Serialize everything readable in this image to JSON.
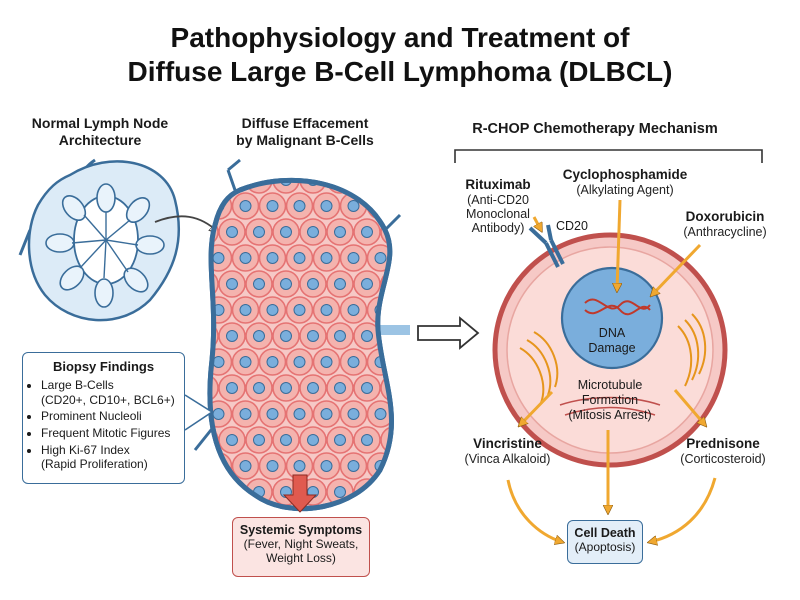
{
  "title": {
    "line1": "Pathophysiology and Treatment of",
    "line2": "Diffuse Large B-Cell Lymphoma (DLBCL)"
  },
  "sections": {
    "normal_node": {
      "line1": "Normal Lymph Node",
      "line2": "Architecture"
    },
    "effacement": {
      "line1": "Diffuse Effacement",
      "line2": "by Malignant B-Cells"
    },
    "rchop": "R-CHOP Chemotherapy Mechanism"
  },
  "biopsy": {
    "heading": "Biopsy Findings",
    "items": [
      {
        "line1": "Large B-Cells",
        "line2": "(CD20+, CD10+, BCL6+)"
      },
      {
        "line1": "Prominent Nucleoli",
        "line2": ""
      },
      {
        "line1": "Frequent Mitotic Figures",
        "line2": ""
      },
      {
        "line1": "High Ki-67 Index",
        "line2": "(Rapid Proliferation)"
      }
    ]
  },
  "systemic": {
    "heading": "Systemic Symptoms",
    "line1": "(Fever, Night Sweats,",
    "line2": "Weight Loss)"
  },
  "drugs": {
    "rituximab": {
      "name": "Rituximab",
      "class1": "(Anti-CD20",
      "class2": "Monoclonal",
      "class3": "Antibody)"
    },
    "cyclophosphamide": {
      "name": "Cyclophosphamide",
      "class": "(Alkylating Agent)"
    },
    "doxorubicin": {
      "name": "Doxorubicin",
      "class": "(Anthracycline)"
    },
    "vincristine": {
      "name": "Vincristine",
      "class": "(Vinca Alkaloid)"
    },
    "prednisone": {
      "name": "Prednisone",
      "class": "(Corticosteroid)"
    }
  },
  "cell": {
    "cd20": "CD20",
    "nucleus1": "DNA",
    "nucleus2": "Damage",
    "micro1": "Microtubule",
    "micro2": "Formation",
    "micro3": "(Mitosis Arrest)"
  },
  "outcome": {
    "heading": "Cell Death",
    "sub": "(Apoptosis)"
  },
  "colors": {
    "node_blue": "#dcebf7",
    "outline_blue": "#3a6d9a",
    "malignant_pink": "#f6c9c6",
    "cell_red": "#e57373",
    "nucleus_blue": "#7aaedc",
    "arrow_orange": "#f0a830",
    "alert_red": "#e05a4f"
  }
}
